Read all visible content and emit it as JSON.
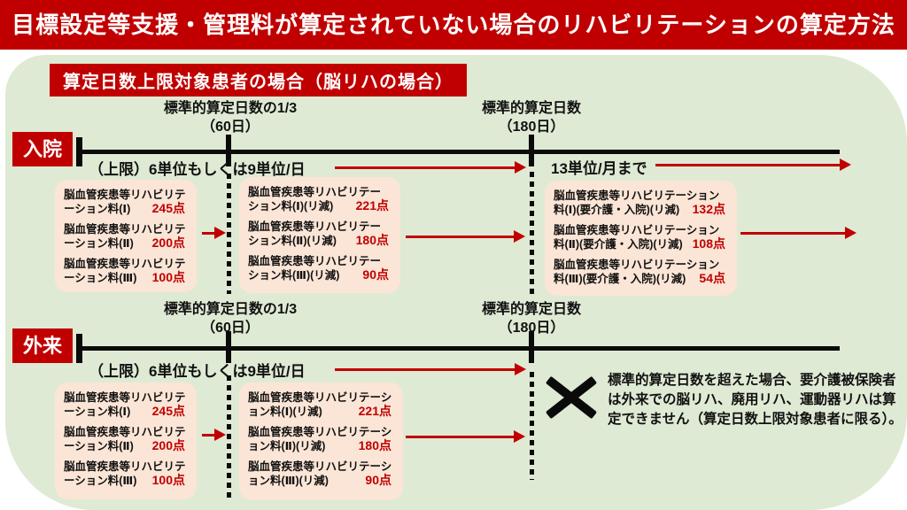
{
  "colors": {
    "accent_red": "#C00000",
    "panel_green": "#DFEAD4",
    "box_pink": "#FBE5D6",
    "line_black": "#0a0a0a"
  },
  "header": {
    "title": "目標設定等支援・管理料が算定されていない場合のリハビリテーションの算定方法"
  },
  "panel": {
    "subheader": "算定日数上限対象患者の場合（脳リハの場合）"
  },
  "sections": [
    {
      "label": "入院",
      "milestone_third": {
        "line1": "標準的算定日数の1/3",
        "line2": "（60日）"
      },
      "milestone_full": {
        "line1": "標準的算定日数",
        "line2": "（180日）"
      },
      "limit_label": "（上限）6単位もしくは9単位/日",
      "monthly_limit_label": "13単位/月まで",
      "boxes": [
        {
          "items": [
            {
              "name": "脳血管疾患等リハビリテーション料(Ⅰ)",
              "points": "245点"
            },
            {
              "name": "脳血管疾患等リハビリテーション料(Ⅱ)",
              "points": "200点"
            },
            {
              "name": "脳血管疾患等リハビリテーション料(Ⅲ)",
              "points": "100点"
            }
          ]
        },
        {
          "items": [
            {
              "name": "脳血管疾患等リハビリテーション料(Ⅰ)(リ減)",
              "points": "221点"
            },
            {
              "name": "脳血管疾患等リハビリテーション料(Ⅱ)(リ減)",
              "points": "180点"
            },
            {
              "name": "脳血管疾患等リハビリテーション料(Ⅲ)(リ減)",
              "points": "90点"
            }
          ]
        },
        {
          "items": [
            {
              "name": "脳血管疾患等リハビリテーション料(Ⅰ)(要介護・入院)(リ減)",
              "points": "132点"
            },
            {
              "name": "脳血管疾患等リハビリテーション料(Ⅱ)(要介護・入院)(リ減)",
              "points": "108点"
            },
            {
              "name": "脳血管疾患等リハビリテーション料(Ⅲ)(要介護・入院)(リ減)",
              "points": "54点"
            }
          ]
        }
      ]
    },
    {
      "label": "外来",
      "milestone_third": {
        "line1": "標準的算定日数の1/3",
        "line2": "（60日）"
      },
      "milestone_full": {
        "line1": "標準的算定日数",
        "line2": "（180日）"
      },
      "limit_label": "（上限）6単位もしくは9単位/日",
      "note": "標準的算定日数を超えた場合、要介護被保険者は外来での脳リハ、廃用リハ、運動器リハは算定できません（算定日数上限対象患者に限る）。",
      "boxes": [
        {
          "items": [
            {
              "name": "脳血管疾患等リハビリテーション料(Ⅰ)",
              "points": "245点"
            },
            {
              "name": "脳血管疾患等リハビリテーション料(Ⅱ)",
              "points": "200点"
            },
            {
              "name": "脳血管疾患等リハビリテーション料(Ⅲ)",
              "points": "100点"
            }
          ]
        },
        {
          "items": [
            {
              "name": "脳血管疾患等リハビリテーション料(Ⅰ)(リ減)",
              "points": "221点"
            },
            {
              "name": "脳血管疾患等リハビリテーション料(Ⅱ)(リ減)",
              "points": "180点"
            },
            {
              "name": "脳血管疾患等リハビリテーション料(Ⅲ)(リ減)",
              "points": "90点"
            }
          ]
        }
      ]
    }
  ]
}
